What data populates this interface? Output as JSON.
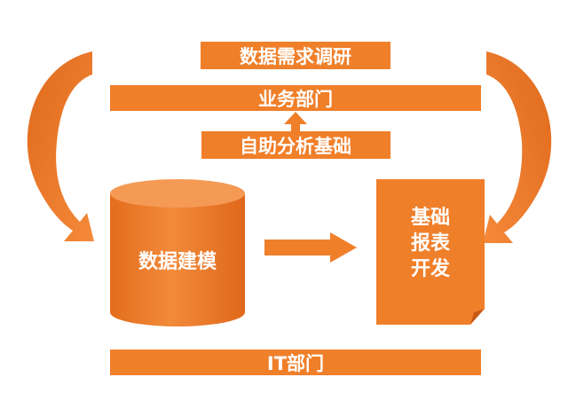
{
  "diagram": {
    "requirements_research": "数据需求调研",
    "business_department": "业务部门",
    "self_service_analysis": "自助分析基础",
    "data_modeling": "数据建模",
    "basic_report_line1": "基础",
    "basic_report_line2": "报表",
    "basic_report_line3": "开发",
    "it_department": "IT部门"
  },
  "colors": {
    "box_fill": "#f07f2a",
    "box_fill_dark": "#d9661a",
    "box_fill_light": "#f49a52",
    "arrow_fill": "#f07f2a",
    "label_text": "#ffffff"
  }
}
